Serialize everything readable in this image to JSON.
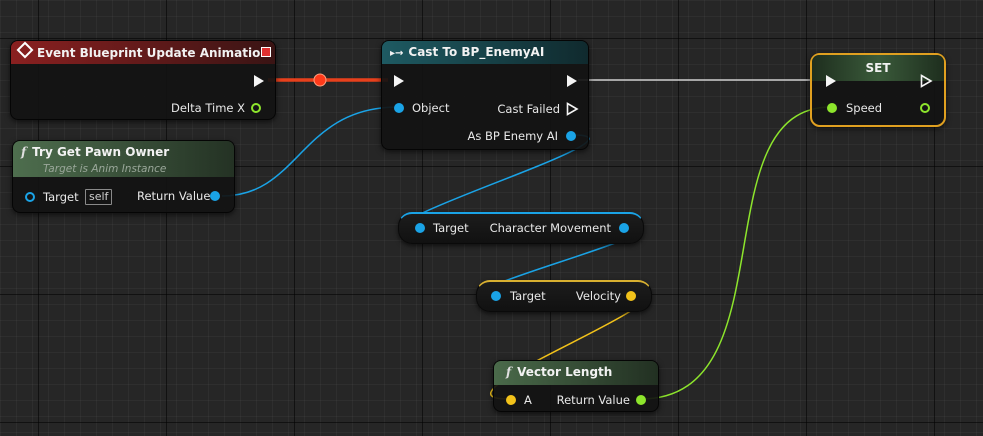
{
  "event_node": {
    "title": "Event Blueprint Update Animation",
    "delta_label": "Delta Time X",
    "header_color": "#7e1e1e"
  },
  "pawn_node": {
    "title": "Try Get Pawn Owner",
    "subtitle": "Target is Anim Instance",
    "target_label": "Target",
    "self_label": "self",
    "return_label": "Return Value",
    "header_color": "#3e5a3e"
  },
  "cast_node": {
    "title": "Cast To BP_EnemyAI",
    "object_label": "Object",
    "cast_failed_label": "Cast Failed",
    "as_label": "As BP Enemy AI",
    "header_color": "#16434a"
  },
  "set_node": {
    "title": "SET",
    "speed_label": "Speed",
    "header_color": "#2c4a2c",
    "border_color": "#e0a020"
  },
  "movement_node": {
    "target_label": "Target",
    "out_label": "Character Movement",
    "accent_color": "#1aa3e6"
  },
  "velocity_node": {
    "target_label": "Target",
    "out_label": "Velocity",
    "accent_color": "#f2c21a"
  },
  "vector_node": {
    "title": "Vector Length",
    "a_label": "A",
    "return_label": "Return Value",
    "header_color": "#3a5a3a"
  },
  "icons": {
    "event": "diamond-icon",
    "cast": "cast-arrow-icon",
    "function": "function-icon",
    "close": "square-icon"
  },
  "pin_colors": {
    "exec": "#f5f5f5",
    "object": "#1aa3e6",
    "float": "#8de52c",
    "vector": "#f2c21a",
    "exec_active": "#e8401c"
  }
}
